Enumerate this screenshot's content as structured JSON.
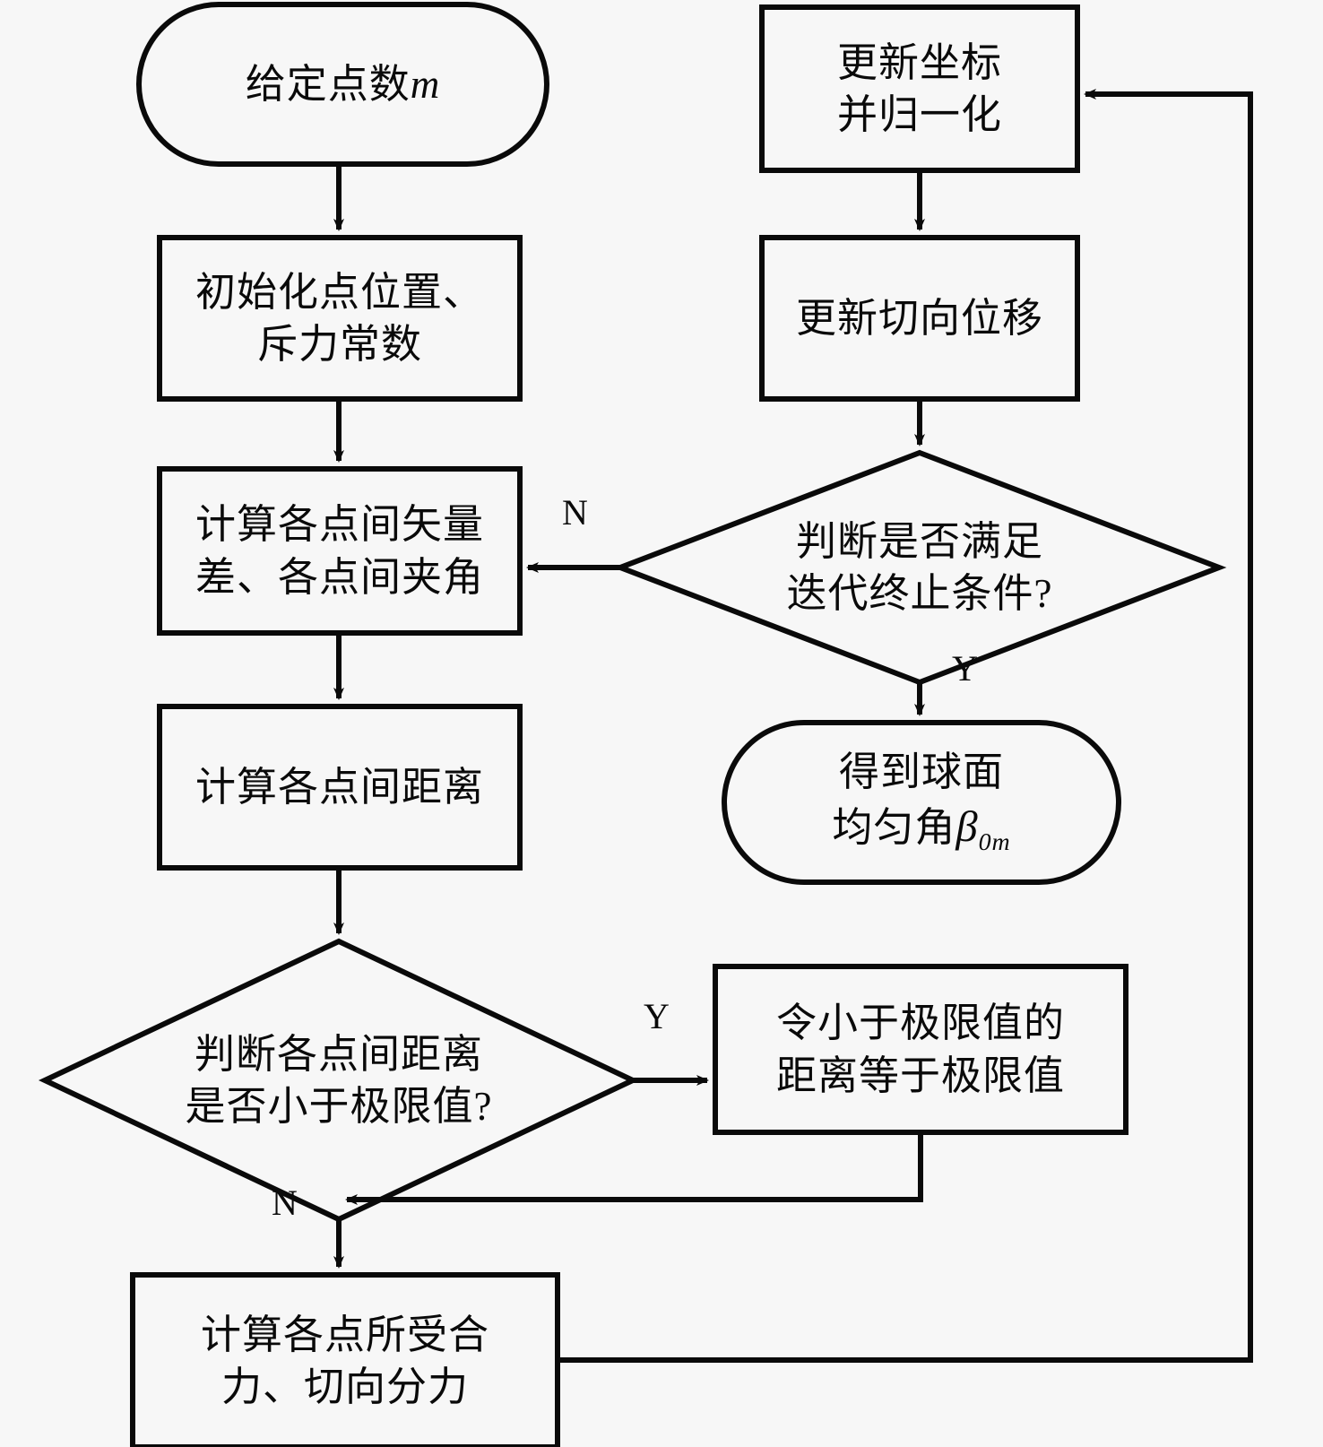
{
  "diagram": {
    "title": "球面均匀布点迭代算法流程图",
    "style": {
      "background": "#f7f7f7",
      "stroke": "#0a0a0a",
      "fill": "#f7f7f7",
      "text_color": "#0a0a0a"
    },
    "nodes": [
      {
        "id": "start",
        "shape": "terminator",
        "lines": [
          "给定点数m"
        ],
        "variable": "m"
      },
      {
        "id": "init",
        "shape": "process",
        "lines": [
          "初始化点位置、",
          "斥力常数"
        ]
      },
      {
        "id": "calc-vector",
        "shape": "process",
        "lines": [
          "计算各点间矢量",
          "差、各点间夹角"
        ]
      },
      {
        "id": "calc-distance",
        "shape": "process",
        "lines": [
          "计算各点间距离"
        ]
      },
      {
        "id": "decide-distance",
        "shape": "decision",
        "lines": [
          "判断各点间距离",
          "是否小于极限值?"
        ]
      },
      {
        "id": "clamp-distance",
        "shape": "process",
        "lines": [
          "令小于极限值的",
          "距离等于极限值"
        ]
      },
      {
        "id": "calc-force",
        "shape": "process",
        "lines": [
          "计算各点所受合",
          "力、切向分力"
        ]
      },
      {
        "id": "update-coord",
        "shape": "process",
        "lines": [
          "更新坐标",
          "并归一化"
        ]
      },
      {
        "id": "update-tangential",
        "shape": "process",
        "lines": [
          "更新切向位移"
        ]
      },
      {
        "id": "decide-terminate",
        "shape": "decision",
        "lines": [
          "判断是否满足",
          "迭代终止条件?"
        ]
      },
      {
        "id": "end",
        "shape": "terminator",
        "lines": [
          "得到球面",
          "均匀角β0m"
        ],
        "symbol": "β",
        "subscript": "0m"
      }
    ],
    "edge_labels": {
      "decide_terminate_no": "N",
      "decide_terminate_yes": "Y",
      "decide_distance_yes": "Y",
      "decide_distance_no": "N"
    }
  }
}
